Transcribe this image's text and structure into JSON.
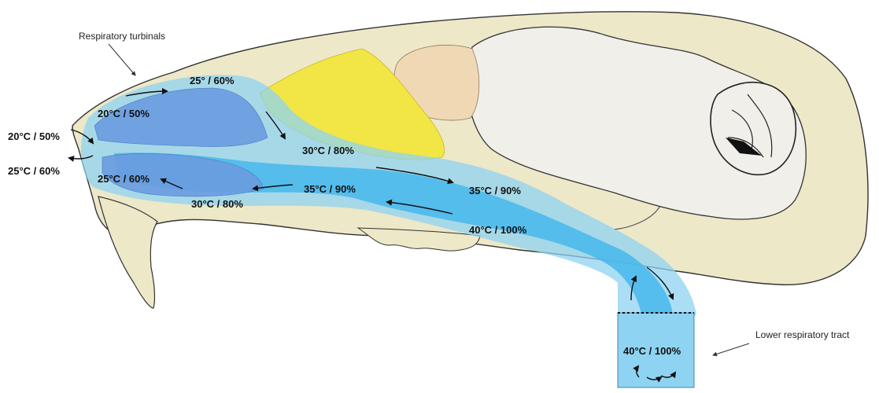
{
  "callouts": {
    "respiratory_turbinals": "Respiratory turbinals",
    "lower_respiratory_tract": "Lower respiratory tract"
  },
  "labels": {
    "ambient_inhaled": "20°C / 50%",
    "ambient_exhaled": "25°C / 60%",
    "upper_turbinal_front": "20°C / 50%",
    "upper_turbinal_top": "25° / 60%",
    "upper_passage": "30°C / 80%",
    "lower_turbinal_front": "25°C / 60%",
    "lower_turbinal_bottom": "30°C / 80%",
    "mid_passage_return": "35°C / 90%",
    "mid_passage_out": "35°C / 90%",
    "pharynx": "40°C / 100%",
    "trachea": "40°C / 100%"
  },
  "colors": {
    "skull": "#ede8c8",
    "skull_outline": "#333333",
    "airway_outer": "#8fd3f2",
    "airway_inner": "#45b8ec",
    "turbinals": "#6a9be0",
    "olfactory": "#f2e646",
    "olfactory_bulb": "#f0d8b4",
    "brain": "#f0efe9"
  }
}
